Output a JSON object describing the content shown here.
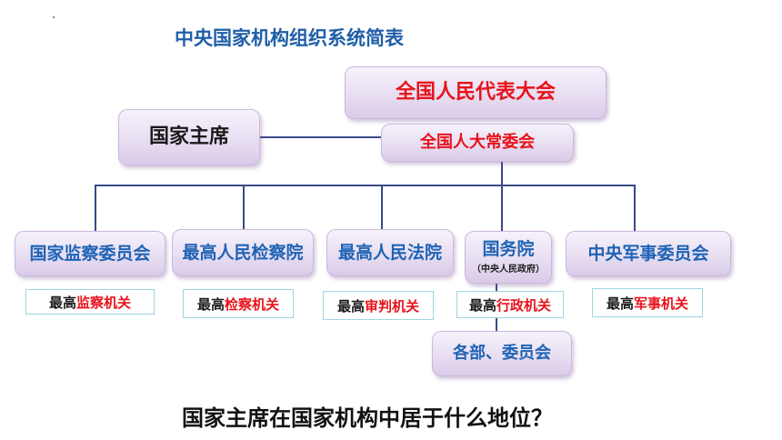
{
  "title": "中央国家机构组织系统简表",
  "npc": "全国人民代表大会",
  "npc_standing": "全国人大常委会",
  "president": "国家主席",
  "organs": [
    {
      "name": "国家监察委员会",
      "role_prefix": "最高",
      "role_highlight": "监察机关"
    },
    {
      "name": "最高人民检察院",
      "role_prefix": "最高",
      "role_highlight": "检察机关"
    },
    {
      "name": "最高人民法院",
      "role_prefix": "最高",
      "role_highlight": "审判机关"
    },
    {
      "name": "国务院",
      "sub": "（中央人民政府）",
      "role_prefix": "最高",
      "role_highlight": "行政机关"
    },
    {
      "name": "中央军事委员会",
      "role_prefix": "最高",
      "role_highlight": "军事机关"
    }
  ],
  "ministries": "各部、委员会",
  "question": "国家主席在国家机构中居于什么地位？"
}
